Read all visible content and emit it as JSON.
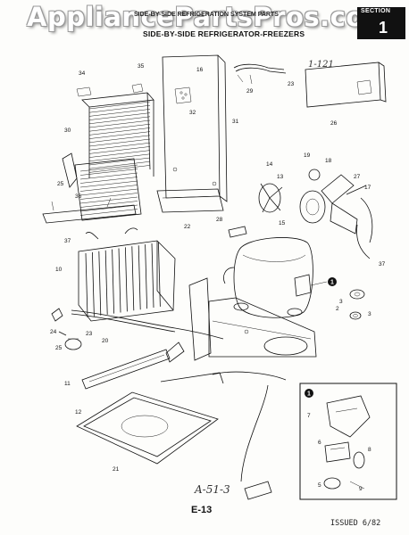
{
  "watermark": "AppliancePartsPros.com",
  "header": {
    "line": "SIDE-BY-SIDE REFRIGERATION SYSTEM PARTS",
    "section_label": "SECTION",
    "section_number": "1",
    "title": "SIDE-BY-SIDE REFRIGERATOR-FREEZERS",
    "handwritten_code": "1-121"
  },
  "callouts": [
    "34",
    "35",
    "16",
    "29",
    "23",
    "30",
    "32",
    "31",
    "26",
    "14",
    "19",
    "18",
    "17",
    "36",
    "37",
    "22",
    "13",
    "15",
    "25",
    "37",
    "10",
    "28",
    "27",
    "3",
    "2",
    "3",
    "24",
    "23",
    "20",
    "25",
    "11",
    "12",
    "21",
    "7",
    "8",
    "6",
    "5",
    "9"
  ],
  "inset_marker": "1",
  "footer": {
    "diagram_code": "A-51-3",
    "page_number": "E-13",
    "issued": "ISSUED 6/82"
  },
  "colors": {
    "ink": "#111111",
    "paper": "#fdfdfb",
    "tab": "#111111"
  }
}
